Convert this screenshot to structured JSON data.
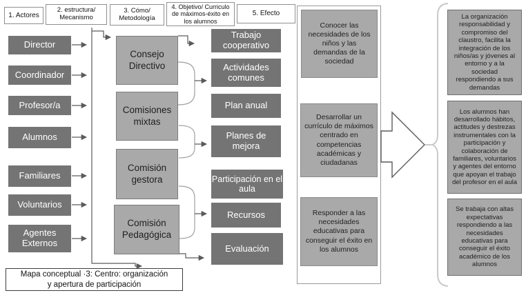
{
  "colors": {
    "box-dark": "#747474",
    "box-medium": "#a9a9a9",
    "box-border": "#7c7c7c",
    "line": "#5a5a5a",
    "bracket": "#9f9f9f",
    "brace": "#c9c9c9"
  },
  "headers": [
    "1. Actores",
    "2. estructura/ Mecanismo",
    "3. Cómo/ Metodología",
    "4. Objetivo/ Curriculo de máximos-éxito en los alumnos",
    "5. Efecto"
  ],
  "actors": {
    "items": [
      "Director",
      "Coordinador",
      "Profesor/a",
      "Alumnos",
      "Familiares",
      "Voluntarios",
      "Agentes Externos"
    ]
  },
  "structures": {
    "items": [
      "Consejo Directivo",
      "Comisiones mixtas",
      "Comisión gestora",
      "Comisión Pedagógica"
    ]
  },
  "methods": {
    "items": [
      "Trabajo cooperativo",
      "Actividades comunes",
      "Plan anual",
      "Planes de mejora",
      "Participación en el aula",
      "Recursos",
      "Evaluación"
    ]
  },
  "objectives": {
    "items": [
      "Conocer las necesidades de los niños y las demandas de la sociedad",
      "Desarrollar un currículo de máximos centrado en competencias académicas y ciudadanas",
      "Responder a las necesidades educativas para conseguir el éxito en los alumnos"
    ]
  },
  "effects": {
    "items": [
      "La organización responsabilidad y compromiso del claustro, facilita la integración de los niños/as y jóvenes al entorno y a la sociedad respondiendo a sus demandas",
      "Los alumnos han desarrollado hábitos, actitudes y destrezas instrumentales con la participación y colaboración de familiares, voluntarios y agentes del entorno que apoyan el trabajo del profesor en el aula",
      "Se trabaja con altas expectativas respondiendo a las necesidades educativas para conseguir el éxito académico de los alumnos"
    ]
  },
  "caption": "Mapa conceptual ·3: Centro: organización y apertura de participación"
}
